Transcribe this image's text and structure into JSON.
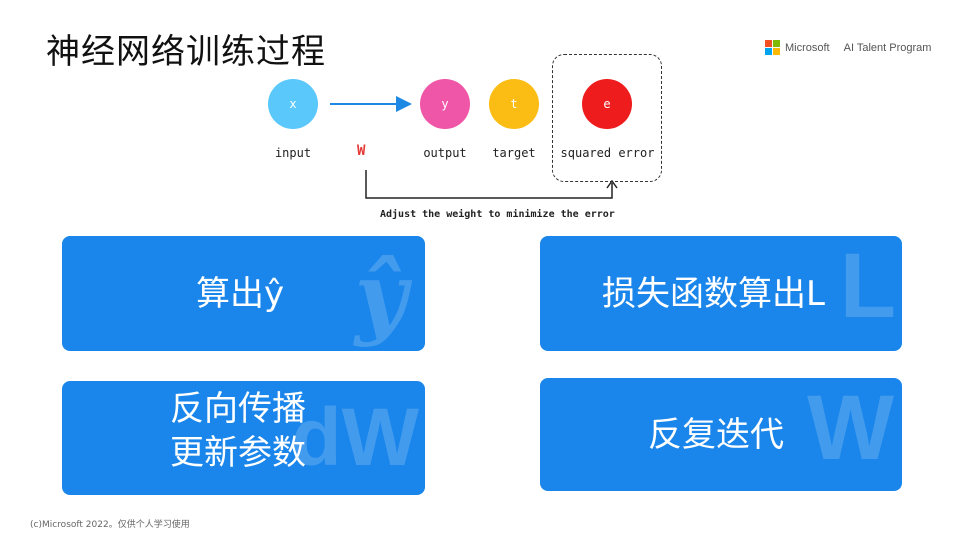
{
  "slide": {
    "title": "神经网络训练过程",
    "footer": "(c)Microsoft 2022。仅供个人学习使用"
  },
  "brand": {
    "name": "Microsoft",
    "program": "AI Talent Program",
    "logo_colors": [
      "#f25022",
      "#7fba00",
      "#00a4ef",
      "#ffb900"
    ]
  },
  "diagram": {
    "nodes": [
      {
        "symbol": "x",
        "label": "input",
        "color": "#5ac8fa"
      },
      {
        "symbol": "y",
        "label": "output",
        "color": "#f056a8"
      },
      {
        "symbol": "t",
        "label": "target",
        "color": "#fbbd14"
      },
      {
        "symbol": "e",
        "label": "squared error",
        "color": "#ee1c1c"
      }
    ],
    "weight_label": "W",
    "caption": "Adjust the weight to minimize the error"
  },
  "cards": [
    {
      "text": "算出ŷ",
      "watermark": "ŷ"
    },
    {
      "text": "损失函数算出L",
      "watermark": "L"
    },
    {
      "text_line1": "反向传播",
      "text_line2": "更新参数",
      "watermark": "dW"
    },
    {
      "text": "反复迭代",
      "watermark": "W"
    }
  ],
  "colors": {
    "card": "#1a86eb"
  }
}
